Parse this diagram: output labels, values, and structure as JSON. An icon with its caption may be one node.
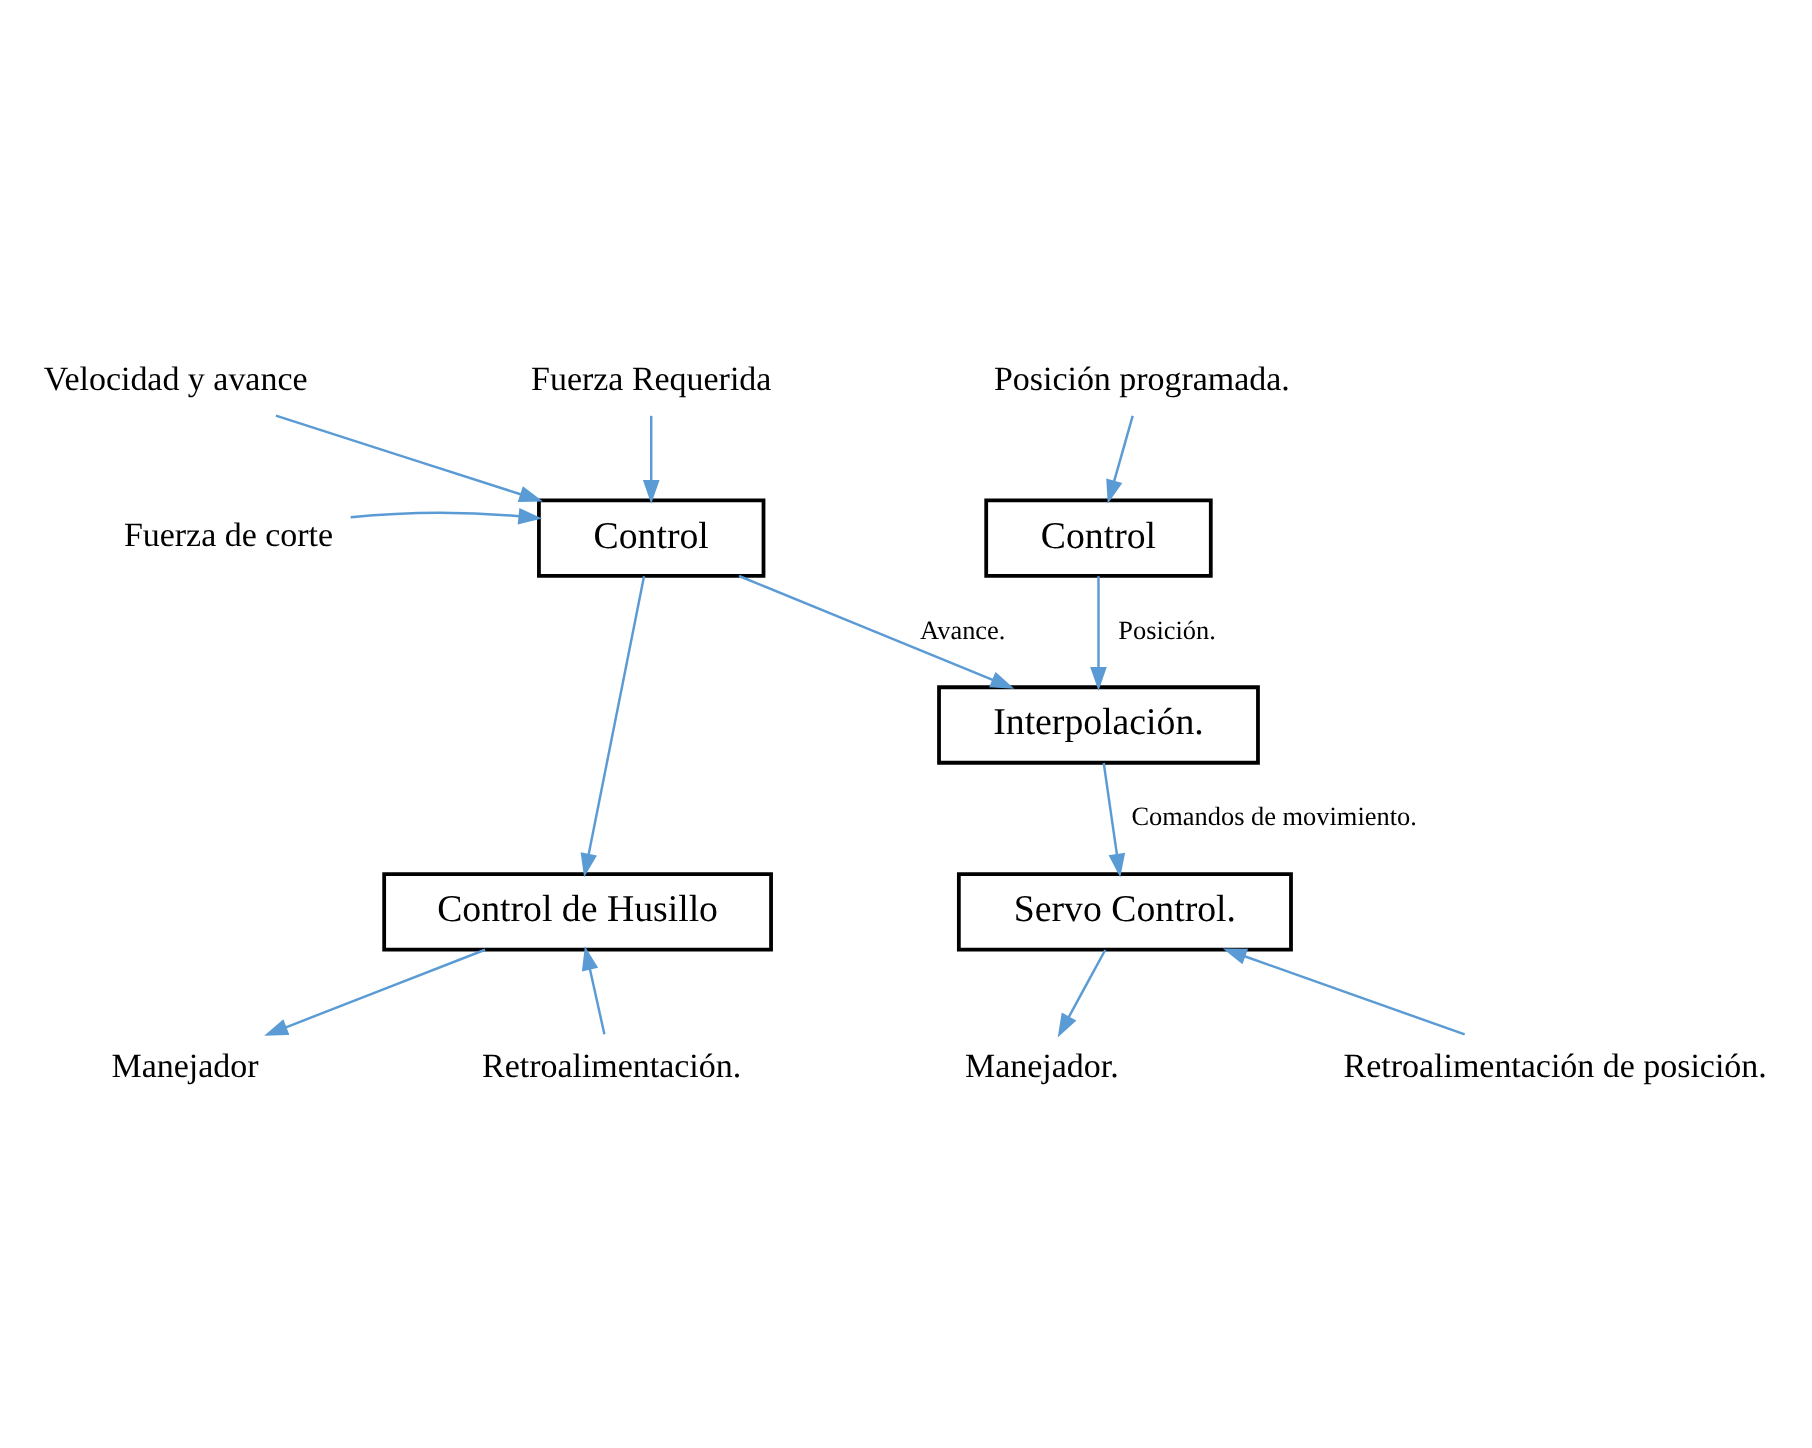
{
  "diagram": {
    "nodes": [
      {
        "text": [
          "Velocidad y avance"
        ]
      },
      {
        "text": [
          "Fuerza Requerida"
        ]
      },
      {
        "text": [
          "Posición programada."
        ]
      },
      {
        "text": [
          "Fuerza de corte"
        ]
      },
      {
        "text": [
          "Control"
        ]
      },
      {
        "text": [
          "Control"
        ]
      },
      {
        "text": [
          "Interpolación."
        ]
      },
      {
        "text": [
          "Control de Husillo"
        ]
      },
      {
        "text": [
          "Servo Control."
        ]
      },
      {
        "text": [
          "Manejador"
        ]
      },
      {
        "text": [
          "Retroalimentación."
        ]
      },
      {
        "text": [
          "Manejador."
        ]
      },
      {
        "text": [
          "Retroalimentación de posición."
        ]
      }
    ],
    "edges": [
      {
        "from": 0,
        "to": 4,
        "arrow": "to"
      },
      {
        "from": 1,
        "to": 4,
        "arrow": "to"
      },
      {
        "from": 3,
        "to": 4,
        "arrow": "to"
      },
      {
        "from": 2,
        "to": 5,
        "arrow": "to"
      },
      {
        "from": 4,
        "to": 6,
        "arrow": "to",
        "label": "Avance."
      },
      {
        "from": 5,
        "to": 6,
        "arrow": "to",
        "label": "Posición."
      },
      {
        "from": 4,
        "to": 7,
        "arrow": "to"
      },
      {
        "from": 6,
        "to": 8,
        "arrow": "to",
        "label": "Comandos de movimiento."
      },
      {
        "from": 7,
        "to": 9,
        "arrow": "to"
      },
      {
        "from": 10,
        "to": 7,
        "arrow": "to"
      },
      {
        "from": 8,
        "to": 11,
        "arrow": "to"
      },
      {
        "from": 12,
        "to": 8,
        "arrow": "to"
      }
    ]
  }
}
